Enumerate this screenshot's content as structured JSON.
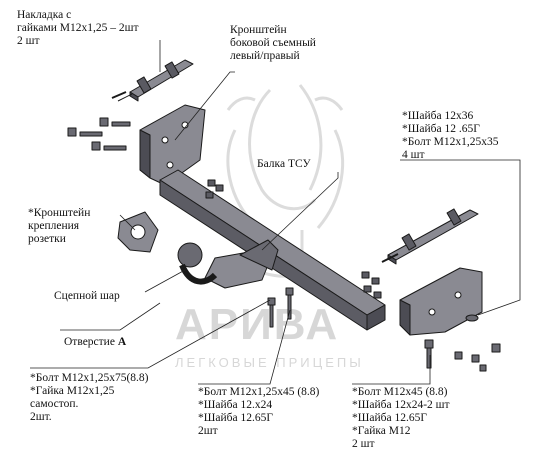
{
  "watermark": {
    "brand": "АРИВА",
    "tagline": "ЛЕГКОВЫЕ ПРИЦЕПЫ"
  },
  "labels": {
    "pad": "Накладка с\n гайками М12х1,25 – 2шт\n2 шт",
    "side_bracket": "Кронштейн\nбоковой съемный\nлевый/правый",
    "beam": "Балка ТСУ",
    "washers_right": "*Шайба 12х36\n*Шайба 12 .65Г\n*Болт М12х1,25х35\n4 шт",
    "socket_bracket": "*Кронштейн\nкрепления\nрозетки",
    "ball": "Сцепной шар",
    "hole_prefix": "Отверстие ",
    "hole_letter": "А",
    "bolts_left": "*Болт М12х1,25х75(8.8)\n*Гайка М12х1,25\nсамостоп.\n2шт.",
    "bolts_center": "*Болт М12х1,25х45 (8.8)\n*Шайба 12.х24\n*Шайба 12.65Г\n2шт",
    "bolts_right": "*Болт М12х45 (8.8)\n*Шайба 12х24-2 шт\n*Шайба 12.65Г\n*Гайка М12\n2 шт"
  },
  "colors": {
    "part_fill": "#8a8a92",
    "part_dark": "#4c4c54",
    "outline": "#1a1a1a",
    "leader": "#222222",
    "watermark": "#d9d9d9"
  }
}
